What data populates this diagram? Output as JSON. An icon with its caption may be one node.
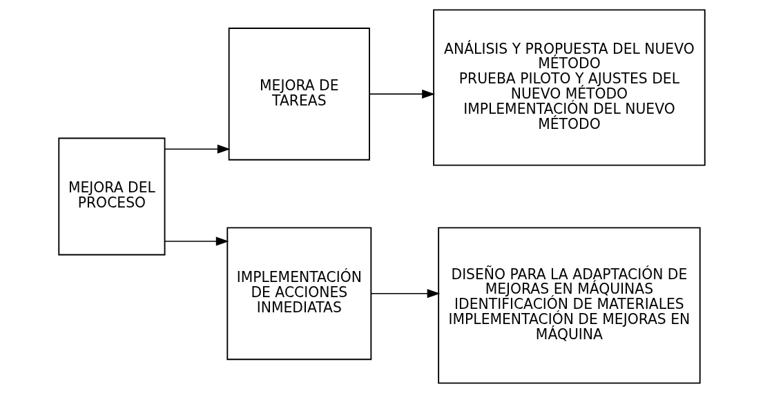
{
  "diagram": {
    "nodes": [
      {
        "text": [
          "MEJORA DEL PROCESO"
        ]
      },
      {
        "text": [
          "MEJORA DE TAREAS"
        ]
      },
      {
        "text": [
          "ANÁLISIS Y PROPUESTA DEL NUEVO MÉTODO",
          "PRUEBA PILOTO Y AJUSTES DEL NUEVO MÉTODO",
          "IMPLEMENTACIÓN DEL NUEVO MÉTODO"
        ]
      },
      {
        "text": [
          "IMPLEMENTACIÓN DE ACCIONES INMEDIATAS"
        ]
      },
      {
        "text": [
          "DISEÑO PARA LA ADAPTACIÓN DE MEJORAS EN MÁQUINAS",
          "IDENTIFICACIÓN DE MATERIALES",
          "IMPLEMENTACIÓN DE MEJORAS EN MÁQUINA"
        ]
      }
    ],
    "edges": [
      {
        "from": 0,
        "to": 1,
        "arrow": "to"
      },
      {
        "from": 0,
        "to": 3,
        "arrow": "to"
      },
      {
        "from": 1,
        "to": 2,
        "arrow": "to"
      },
      {
        "from": 3,
        "to": 4,
        "arrow": "to"
      }
    ]
  }
}
